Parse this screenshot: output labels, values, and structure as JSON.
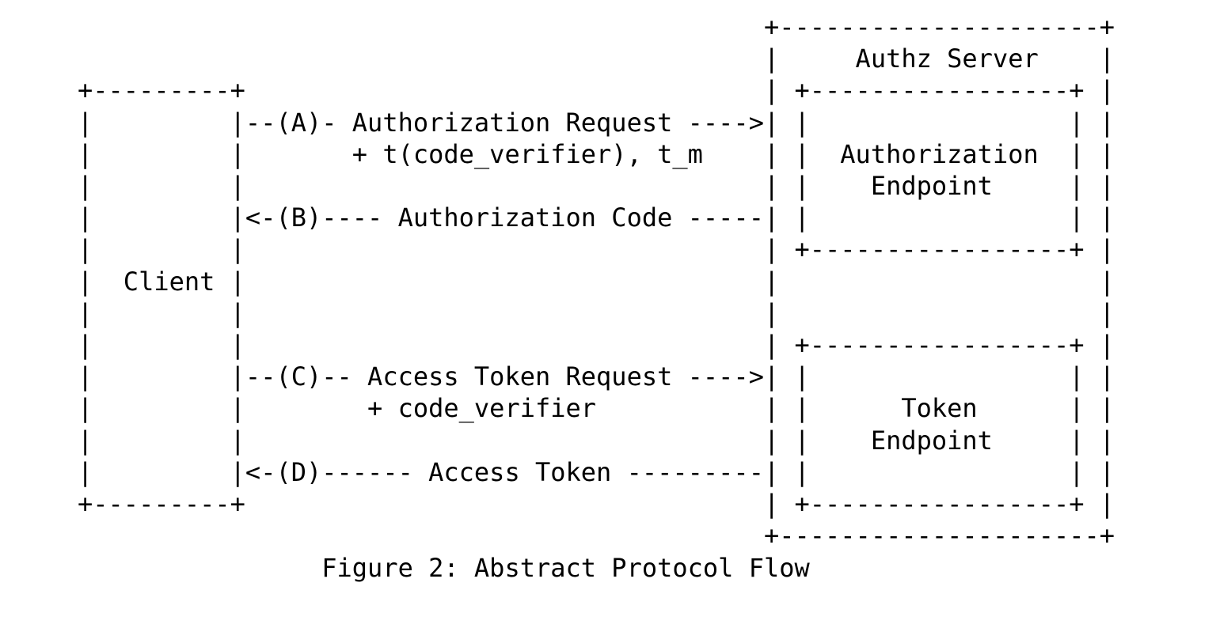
{
  "document": {
    "kind": "ascii-art-figure",
    "figure_number": "2",
    "figure_title": "Abstract Protocol Flow",
    "caption": "                Figure 2: Abstract Protocol Flow",
    "background_color": "#ffffff",
    "text_color": "#000000"
  },
  "nodes": {
    "client": {
      "label": "Client",
      "box_width_chars": 11
    },
    "authz_server": {
      "label": "Authz Server",
      "box_width_chars": 23,
      "endpoints": [
        {
          "id": "authorization-endpoint",
          "line1": "Authorization",
          "line2": "Endpoint"
        },
        {
          "id": "token-endpoint",
          "line1": "Token",
          "line2": "Endpoint"
        }
      ]
    }
  },
  "messages": [
    {
      "step": "A",
      "direction": "client-to-server",
      "target": "authorization-endpoint",
      "label": "Authorization Request",
      "detail": "+ t(code_verifier), t_m",
      "arrow": "---->"
    },
    {
      "step": "B",
      "direction": "server-to-client",
      "target": "authorization-endpoint",
      "label": "Authorization Code",
      "detail": "",
      "arrow": "<-"
    },
    {
      "step": "C",
      "direction": "client-to-server",
      "target": "token-endpoint",
      "label": "Access Token Request",
      "detail": "+ code_verifier",
      "arrow": "---->"
    },
    {
      "step": "D",
      "direction": "server-to-client",
      "target": "token-endpoint",
      "label": "Access Token",
      "detail": "",
      "arrow": "<-"
    }
  ],
  "art": {
    "lines": [
      "                                             +---------------------+",
      "                                             |     Authz Server    |",
      "+---------+                                  | +-----------------+ |",
      "|         |--(A)- Authorization Request ---->| |                 | |",
      "|         |       + t(code_verifier), t_m    | |  Authorization  | |",
      "|         |                                  | |    Endpoint     | |",
      "|         |<-(B)---- Authorization Code -----| |                 | |",
      "|         |                                  | +-----------------+ |",
      "|  Client |                                  |                     |",
      "|         |                                  |                     |",
      "|         |                                  | +-----------------+ |",
      "|         |--(C)-- Access Token Request ---->| |                 | |",
      "|         |        + code_verifier           | |      Token      | |",
      "|         |                                  | |    Endpoint     | |",
      "|         |<-(D)------ Access Token ---------| |                 | |",
      "+---------+                                  | +-----------------+ |",
      "                                             +---------------------+"
    ],
    "text": "                                             +---------------------+\n                                             |     Authz Server    |\n+---------+                                  | +-----------------+ |\n|         |--(A)- Authorization Request ---->| |                 | |\n|         |       + t(code_verifier), t_m    | |  Authorization  | |\n|         |                                  | |    Endpoint     | |\n|         |<-(B)---- Authorization Code -----| |                 | |\n|         |                                  | +-----------------+ |\n|  Client |                                  |                     |\n|         |                                  |                     |\n|         |                                  | +-----------------+ |\n|         |--(C)-- Access Token Request ---->| |                 | |\n|         |        + code_verifier           | |      Token      | |\n|         |                                  | |    Endpoint     | |\n|         |<-(D)------ Access Token ---------| |                 | |\n+---------+                                  | +-----------------+ |\n                                             +---------------------+"
  }
}
